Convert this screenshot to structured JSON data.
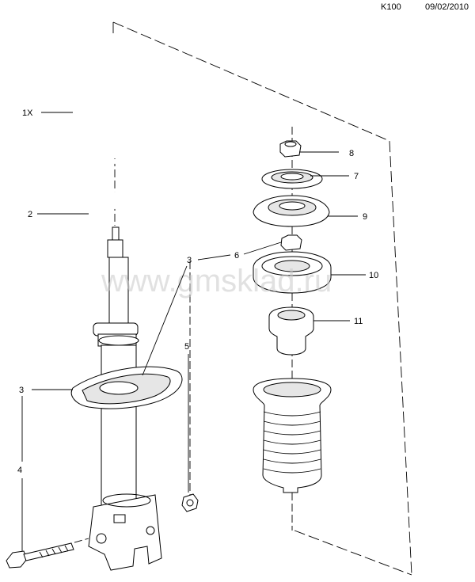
{
  "header": {
    "code": "K100",
    "date": "09/02/2010"
  },
  "watermark": "www.gmsklad.ru",
  "callouts": {
    "c1x": "1X",
    "c2": "2",
    "c3a": "3",
    "c3b": "3",
    "c4": "4",
    "c5": "5",
    "c6": "6",
    "c7": "7",
    "c8": "8",
    "c9": "9",
    "c10": "10",
    "c11": "11"
  },
  "colors": {
    "line": "#000000",
    "part_fill": "#ffffff",
    "shade": "#e6e6e6",
    "watermark": "#c8c8c8"
  }
}
